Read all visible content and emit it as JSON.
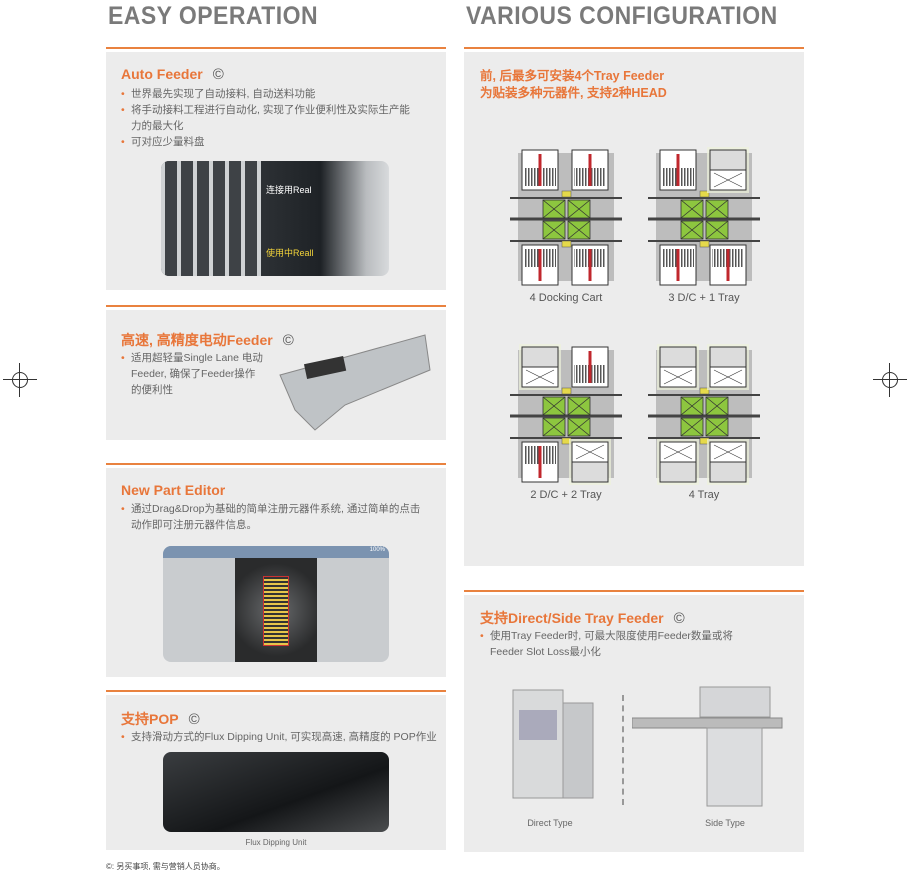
{
  "headers": {
    "left": "EASY OPERATION",
    "right": "VARIOUS CONFIGURATION"
  },
  "copyright_mark": "©",
  "auto_feeder": {
    "title": "Auto Feeder",
    "bullets": [
      "世界最先实现了自动接料, 自动送料功能",
      "将手动接料工程进行自动化, 实现了作业便利性及实际生产能",
      "力的最大化",
      "可对应少量料盘"
    ],
    "img_labels": {
      "splice": "连接用Real",
      "inuse": "使用中Reall"
    }
  },
  "electric_feeder": {
    "title": "高速, 高精度电动Feeder",
    "bullets": [
      "适用超轻量Single Lane 电动",
      "Feeder, 确保了Feeder操作",
      "的便利性"
    ]
  },
  "part_editor": {
    "title": "New Part Editor",
    "bullets": [
      "通过Drag&Drop为基础的简单注册元器件系统, 通过简单的点击",
      "动作即可注册元器件信息。"
    ],
    "zoom": "100%"
  },
  "pop": {
    "title": "支持POP",
    "bullets": [
      "支持滑动方式的Flux Dipping Unit, 可实现高速, 高精度的 POP作业"
    ],
    "caption": "Flux Dipping Unit"
  },
  "config": {
    "subtitle": [
      "前, 后最多可安装4个Tray Feeder",
      "为贴装多种元器件, 支持2种HEAD"
    ],
    "diagrams": [
      {
        "label": "4 Docking Cart",
        "slots": [
          "cart",
          "cart",
          "cart",
          "cart"
        ]
      },
      {
        "label": "3 D/C + 1 Tray",
        "slots": [
          "cart",
          "tray",
          "cart",
          "cart"
        ]
      },
      {
        "label": "2 D/C + 2 Tray",
        "slots": [
          "tray",
          "cart",
          "cart",
          "tray"
        ]
      },
      {
        "label": "4 Tray",
        "slots": [
          "tray",
          "tray",
          "tray",
          "tray"
        ]
      }
    ]
  },
  "tray_feeder": {
    "title": "支持Direct/Side Tray Feeder",
    "bullets": [
      "使用Tray Feeder时, 可最大限度使用Feeder数量或将",
      "Feeder Slot Loss最小化"
    ],
    "captions": [
      "Direct Type",
      "Side Type"
    ]
  },
  "footnote": "©: 另买事项, 需与营销人员协商。",
  "colors": {
    "accent": "#e8763a",
    "panel": "#ececec",
    "head": "#8dc63f"
  }
}
